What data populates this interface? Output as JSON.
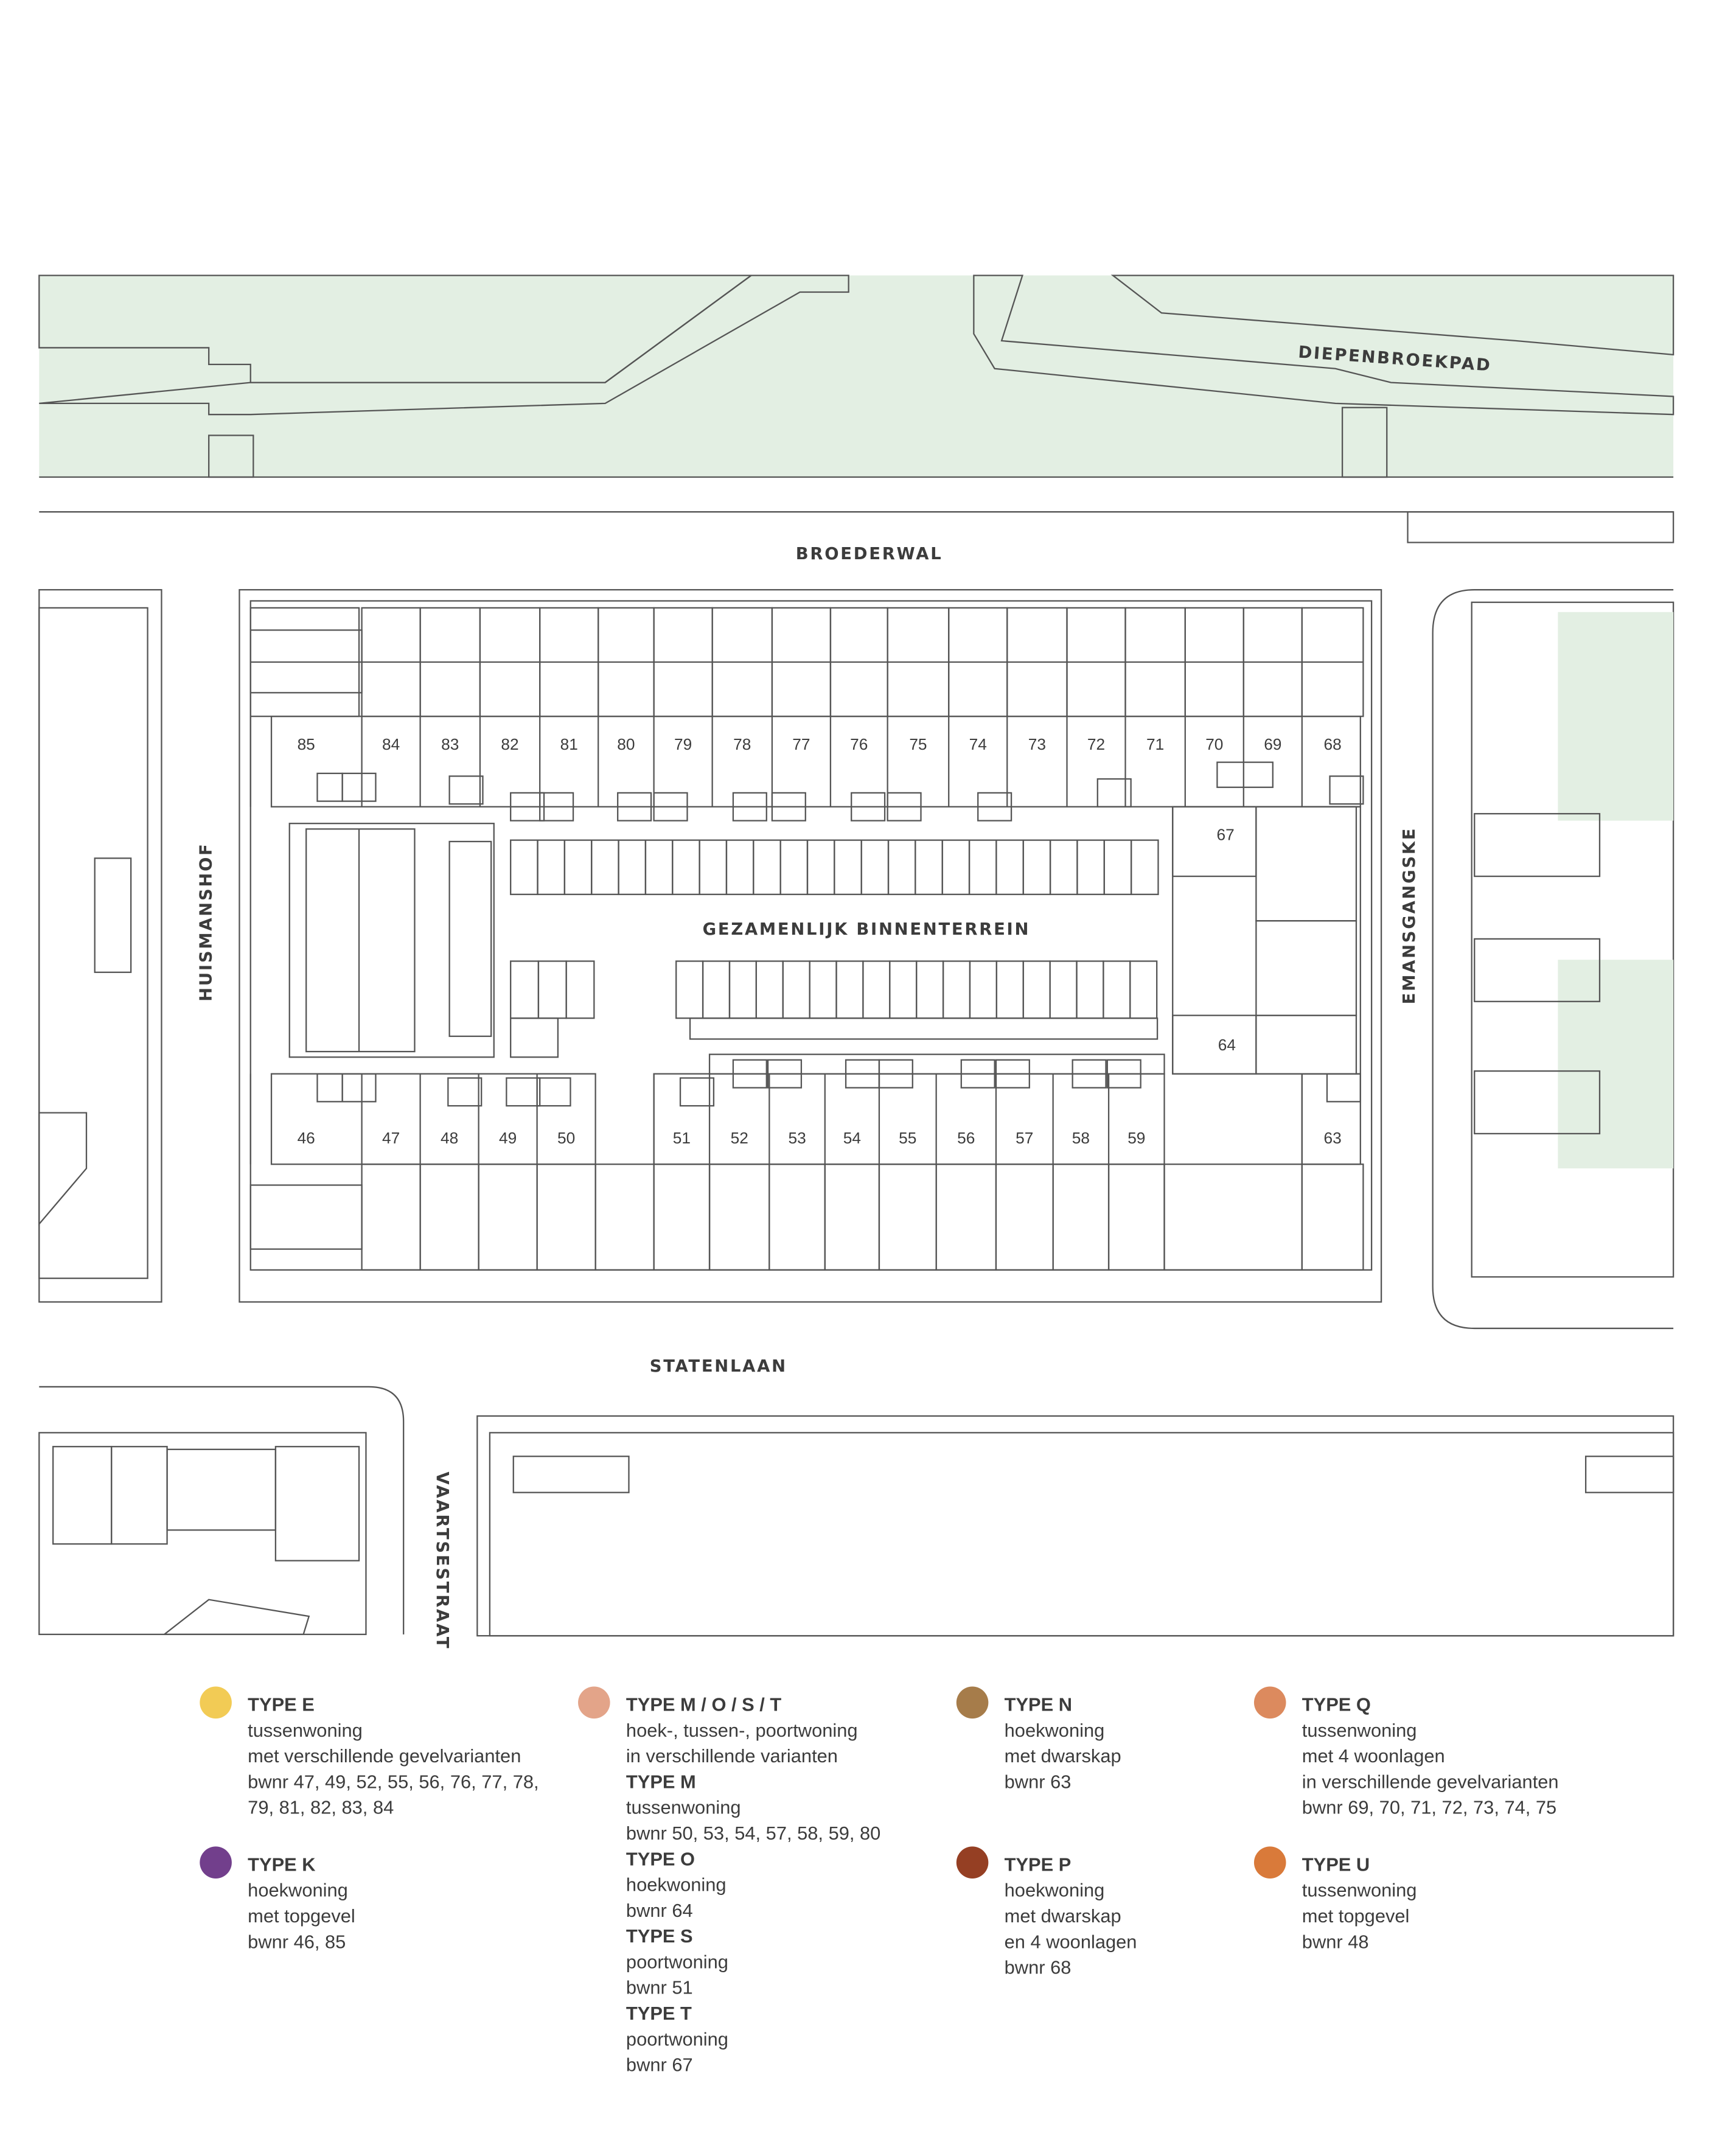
{
  "streets": {
    "north": "BROEDERWAL",
    "south": "STATENLAAN",
    "west": "HUISMANSHOF",
    "east": "EMANSGANGSKE",
    "southwest": "VAARTSESTRAAT",
    "northeast": "DIEPENBROEKPAD"
  },
  "courtyard_label": "GEZAMENLIJK BINNENTERREIN",
  "colors": {
    "E": "#f2cb55",
    "M": "#e3a489",
    "N": "#a67c4a",
    "Q": "#dc8a5e",
    "K": "#723f8c",
    "P": "#953f23",
    "U": "#d97a3a",
    "garden": "#b2d3b7",
    "green_light": "#e3efe3",
    "grey": "#e0e0e0",
    "hedge": "#4f9a55"
  },
  "units_north": [
    {
      "nr": "85",
      "type": "K"
    },
    {
      "nr": "84",
      "type": "E"
    },
    {
      "nr": "83",
      "type": "E"
    },
    {
      "nr": "82",
      "type": "E"
    },
    {
      "nr": "81",
      "type": "E"
    },
    {
      "nr": "80",
      "type": "M"
    },
    {
      "nr": "79",
      "type": "E"
    },
    {
      "nr": "78",
      "type": "E"
    },
    {
      "nr": "77",
      "type": "E"
    },
    {
      "nr": "76",
      "type": "E"
    },
    {
      "nr": "75",
      "type": "Q"
    },
    {
      "nr": "74",
      "type": "Q"
    },
    {
      "nr": "73",
      "type": "Q"
    },
    {
      "nr": "72",
      "type": "Q"
    },
    {
      "nr": "71",
      "type": "Q"
    },
    {
      "nr": "70",
      "type": "Q"
    },
    {
      "nr": "69",
      "type": "Q"
    },
    {
      "nr": "68",
      "type": "P"
    }
  ],
  "units_south": [
    {
      "nr": "46",
      "type": "K"
    },
    {
      "nr": "47",
      "type": "E"
    },
    {
      "nr": "48",
      "type": "U"
    },
    {
      "nr": "49",
      "type": "E"
    },
    {
      "nr": "50",
      "type": "M"
    },
    {
      "nr": "51",
      "type": "M"
    },
    {
      "nr": "52",
      "type": "E"
    },
    {
      "nr": "53",
      "type": "M"
    },
    {
      "nr": "54",
      "type": "M"
    },
    {
      "nr": "55",
      "type": "E"
    },
    {
      "nr": "56",
      "type": "E"
    },
    {
      "nr": "57",
      "type": "M"
    },
    {
      "nr": "58",
      "type": "M"
    },
    {
      "nr": "59",
      "type": "M"
    },
    {
      "nr": "63",
      "type": "N"
    }
  ],
  "units_east": [
    {
      "nr": "67",
      "type": "M"
    },
    {
      "nr": "64",
      "type": "M"
    }
  ],
  "legend": [
    {
      "title": "TYPE E",
      "color": "#f2cb55",
      "lines": [
        "tussenwoning",
        "met verschillende gevelvarianten",
        " bwnr 47, 49, 52, 55, 56, 76, 77, 78,",
        "79, 81, 82, 83, 84"
      ]
    },
    {
      "title": "TYPE K",
      "color": "#723f8c",
      "lines": [
        "hoekwoning",
        "met topgevel",
        "bwnr 46, 85"
      ]
    },
    {
      "title": "TYPE M / O / S / T",
      "color": "#e3a489",
      "lines": [
        "hoek-, tussen-, poortwoning",
        "in verschillende varianten"
      ],
      "sub": [
        {
          "title": "TYPE M",
          "lines": [
            "tussenwoning",
            "bwnr 50, 53, 54, 57, 58, 59, 80"
          ]
        },
        {
          "title": "TYPE O",
          "lines": [
            "hoekwoning",
            "bwnr 64"
          ]
        },
        {
          "title": "TYPE S",
          "lines": [
            "poortwoning",
            "bwnr 51"
          ]
        },
        {
          "title": "TYPE T",
          "lines": [
            "poortwoning",
            "bwnr 67"
          ]
        }
      ]
    },
    {
      "title": "TYPE N",
      "color": "#a67c4a",
      "lines": [
        "hoekwoning",
        "met dwarskap",
        "bwnr 63"
      ]
    },
    {
      "title": "TYPE P",
      "color": "#953f23",
      "lines": [
        "hoekwoning",
        "met dwarskap",
        "en 4 woonlagen",
        "bwnr 68"
      ]
    },
    {
      "title": "TYPE Q",
      "color": "#dc8a5e",
      "lines": [
        "tussenwoning",
        "met 4 woonlagen",
        "in verschillende gevelvarianten",
        "bwnr 69, 70, 71, 72, 73, 74, 75"
      ]
    },
    {
      "title": "TYPE U",
      "color": "#d97a3a",
      "lines": [
        "tussenwoning",
        "met topgevel",
        "bwnr 48"
      ]
    }
  ]
}
